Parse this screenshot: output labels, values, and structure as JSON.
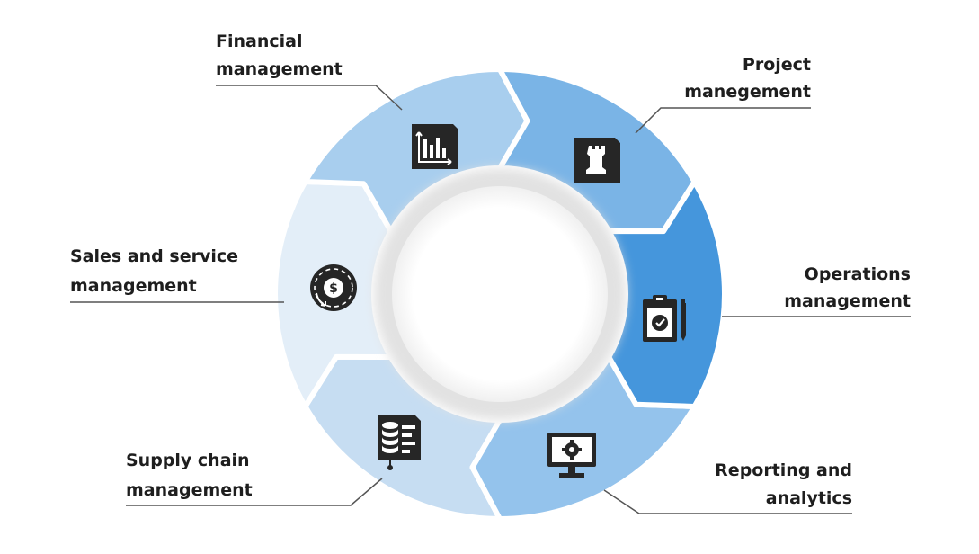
{
  "diagram": {
    "type": "circular-cycle",
    "segments": [
      {
        "id": "financial",
        "label_lines": [
          "Financial",
          "management"
        ],
        "color": "#a8ceee",
        "icon": "bar-chart-icon"
      },
      {
        "id": "project",
        "label_lines": [
          "Project",
          "manegement"
        ],
        "color": "#7ab4e6",
        "icon": "chess-rook-icon"
      },
      {
        "id": "operations",
        "label_lines": [
          "Operations",
          "management"
        ],
        "color": "#4596dc",
        "icon": "clipboard-check-icon"
      },
      {
        "id": "reporting",
        "label_lines": [
          "Reporting and",
          "analytics"
        ],
        "color": "#94c3ec",
        "icon": "monitor-gear-icon"
      },
      {
        "id": "supply",
        "label_lines": [
          "Supply chain",
          "management"
        ],
        "color": "#c6ddf2",
        "icon": "database-document-icon"
      },
      {
        "id": "sales",
        "label_lines": [
          "Sales and service",
          "management"
        ],
        "color": "#e3eef8",
        "icon": "dollar-clock-icon"
      }
    ],
    "colors": {
      "icon": "#262626",
      "leader_line": "#555555",
      "text": "#1e1e1e",
      "center": "#ffffff"
    }
  }
}
